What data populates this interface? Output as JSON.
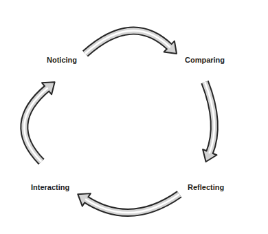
{
  "diagram": {
    "nodes": [
      {
        "text": [
          "Noticing"
        ]
      },
      {
        "text": [
          "Comparing"
        ]
      },
      {
        "text": [
          "Reflecting"
        ]
      },
      {
        "text": [
          "Interacting"
        ]
      }
    ],
    "edges": [
      {
        "from": 0,
        "to": 1,
        "arrow": "to"
      },
      {
        "from": 1,
        "to": 2,
        "arrow": "to"
      },
      {
        "from": 2,
        "to": 3,
        "arrow": "to"
      },
      {
        "from": 3,
        "to": 0,
        "arrow": "to"
      }
    ]
  }
}
